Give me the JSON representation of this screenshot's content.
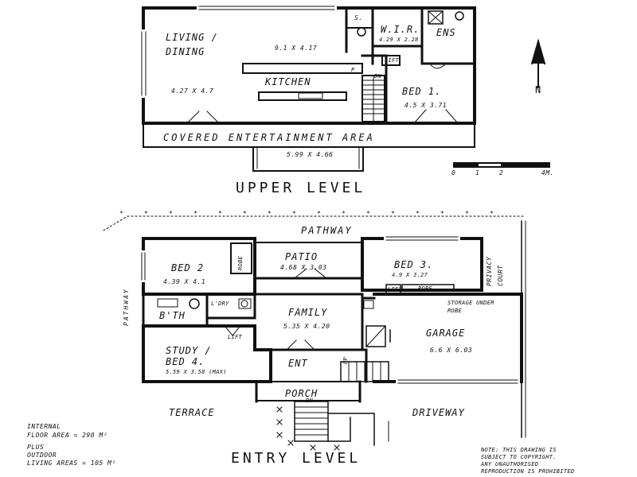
{
  "upper_level": {
    "title": "UPPER LEVEL",
    "rooms": {
      "living_dining": "LIVING / DINING",
      "living_dining_dim": "4.27 X 4.7",
      "kitchen": "KITCHEN",
      "kitchen_dim": "9.1 X 4.17",
      "wir": "W.I.R.",
      "wir_dim": "4.29 X 2.28",
      "ens": "ENS",
      "bed1": "BED 1.",
      "bed1_dim": "4.5 X 3.71",
      "s": "S.",
      "lift": "LIFT",
      "p": "P",
      "dn": "DN",
      "covered_area": "COVERED ENTERTAINMENT AREA",
      "covered_area_dim": "5.99 X 4.66"
    }
  },
  "entry_level": {
    "title": "ENTRY LEVEL",
    "rooms": {
      "pathway_top": "PATHWAY",
      "pathway_side": "PATHWAY",
      "bed2": "BED 2",
      "bed2_dim": "4.39 X 4.1",
      "robe1": "ROBE",
      "patio": "PATIO",
      "patio_dim": "4.68 X 3.03",
      "bed3": "BED 3.",
      "bed3_dim": "4.9 X 3.27",
      "robe2": "ROBE",
      "lift": "LIFT",
      "privacy_court": "PRIVACY COURT",
      "bath": "B'TH",
      "ldry": "L'DRY",
      "family": "FAMILY",
      "family_dim": "5.35 X 4.20",
      "storage": "STORAGE UNDER ROBE",
      "garage": "GARAGE",
      "garage_dim": "6.6 X 6.03",
      "study": "STUDY / BED 4.",
      "study_dim": "5.59 X 3.58 (MAX)",
      "lift2": "LIFT",
      "ent": "ENT",
      "up": "UP",
      "porch": "PORCH",
      "dn": "DN",
      "terrace": "TERRACE",
      "driveway": "DRIVEWAY"
    }
  },
  "scale": {
    "labels": [
      "0",
      "1",
      "2",
      "4m."
    ]
  },
  "north_label": "N",
  "floor_area_note": {
    "line1": "INTERNAL",
    "line2": "FLOOR AREA = 290 m²",
    "line3": "PLUS",
    "line4": "OUTDOOR",
    "line5": "LIVING AREAS = 105 m²"
  },
  "copyright_note": {
    "line1": "NOTE: THIS DRAWING IS",
    "line2": "SUBJECT TO COPYRIGHT.",
    "line3": "ANY UNAUTHORISED",
    "line4": "REPRODUCTION IS PROHIBITED"
  }
}
